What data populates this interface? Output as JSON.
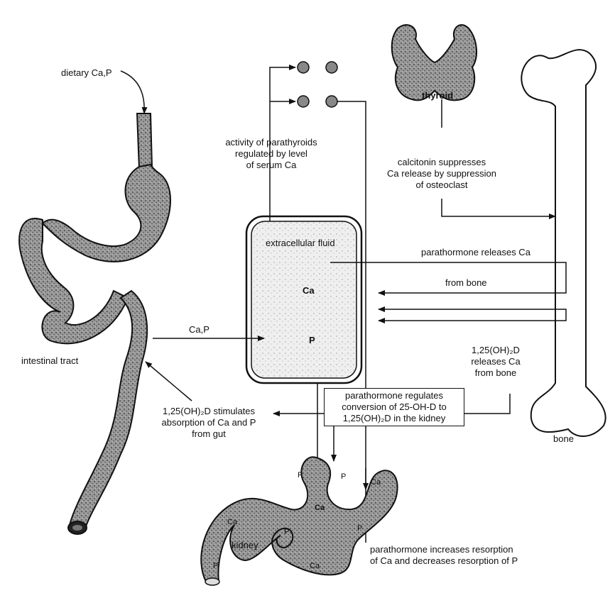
{
  "labels": {
    "dietary": "dietary Ca,P",
    "parathyroid_activity": "activity of parathyroids\nregulated by level\nof serum Ca",
    "thyroid": "thyroid",
    "calcitonin": "calcitonin suppresses\nCa release by suppression\nof osteoclast",
    "ecf": "extracellular fluid",
    "ca_ecf": "Ca",
    "p_ecf": "P",
    "pth_releases_1": "parathormone releases Ca",
    "pth_releases_2": "from bone",
    "intestinal_tract": "intestinal tract",
    "ca_p_arrow": "Ca,P",
    "vitd_bone": "1,25(OH)₂D\nreleases Ca\nfrom bone",
    "vitd_gut": "1,25(OH)₂D stimulates\nabsorption of Ca and P\nfrom gut",
    "pth_regulates": "parathormone regulates\nconversion of 25-OH-D to\n1,25(OH)₂D in the kidney",
    "bone": "bone",
    "kidney": "kidney",
    "pth_resorption": "parathormone increases resorption\nof Ca and decreases resorption of P",
    "k_ca1": "Ca",
    "k_ca2": "Ca",
    "k_ca3": "Ca",
    "k_ca4": "Ca",
    "k_p1": "P",
    "k_p2": "P",
    "k_p3": "P",
    "k_p4": "P",
    "k_p5": "P"
  },
  "colors": {
    "ink": "#111111",
    "tissue": "#8a8a8a",
    "ecf_fill": "#ececec"
  }
}
